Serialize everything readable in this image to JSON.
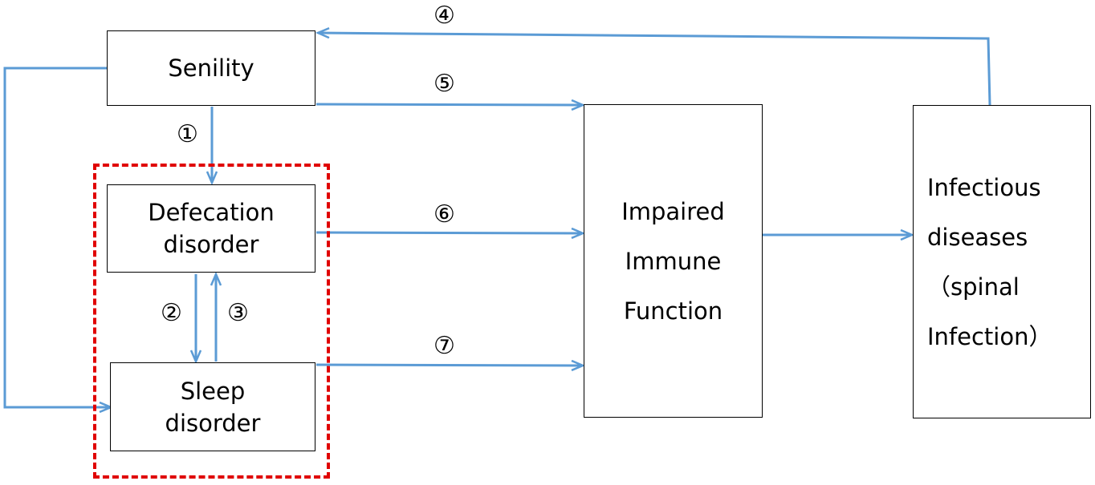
{
  "boxes": {
    "senility": "Senility",
    "defecation": "Defecation\ndisorder",
    "sleep": "Sleep\ndisorder",
    "immune": "Impaired\nImmune\nFunction",
    "infectious": "Infectious\ndiseases\n（spinal\nInfection）"
  },
  "labels": {
    "l1": "①",
    "l2": "②",
    "l3": "③",
    "l4": "④",
    "l5": "⑤",
    "l6": "⑥",
    "l7": "⑦"
  },
  "colors": {
    "arrow": "#5b9bd5",
    "dashed_frame": "#e00000",
    "box_border": "#000000"
  }
}
